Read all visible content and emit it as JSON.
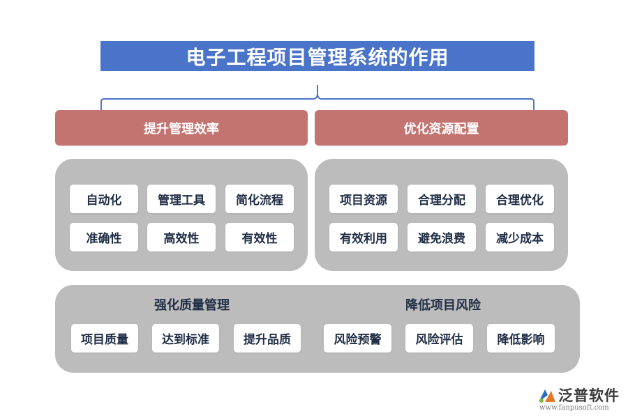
{
  "title": "电子工程项目管理系统的作用",
  "categories": {
    "left": "提升管理效率",
    "right": "优化资源配置"
  },
  "panel_left_items": [
    "自动化",
    "管理工具",
    "简化流程",
    "准确性",
    "高效性",
    "有效性"
  ],
  "panel_right_items": [
    "项目资源",
    "合理分配",
    "合理优化",
    "有效利用",
    "避免浪费",
    "减少成本"
  ],
  "bottom": {
    "left_heading": "强化质量管理",
    "left_items": [
      "项目质量",
      "达到标准",
      "提升品质"
    ],
    "right_heading": "降低项目风险",
    "right_items": [
      "风险预警",
      "风险评估",
      "降低影响"
    ]
  },
  "logo": {
    "name": "泛普软件",
    "url": "www.fanpusoft.com"
  },
  "colors": {
    "title_bg": "#4a74c9",
    "category_bg": "#c47470",
    "panel_bg": "#bcbcbc",
    "chip_text": "#1f2d45"
  }
}
